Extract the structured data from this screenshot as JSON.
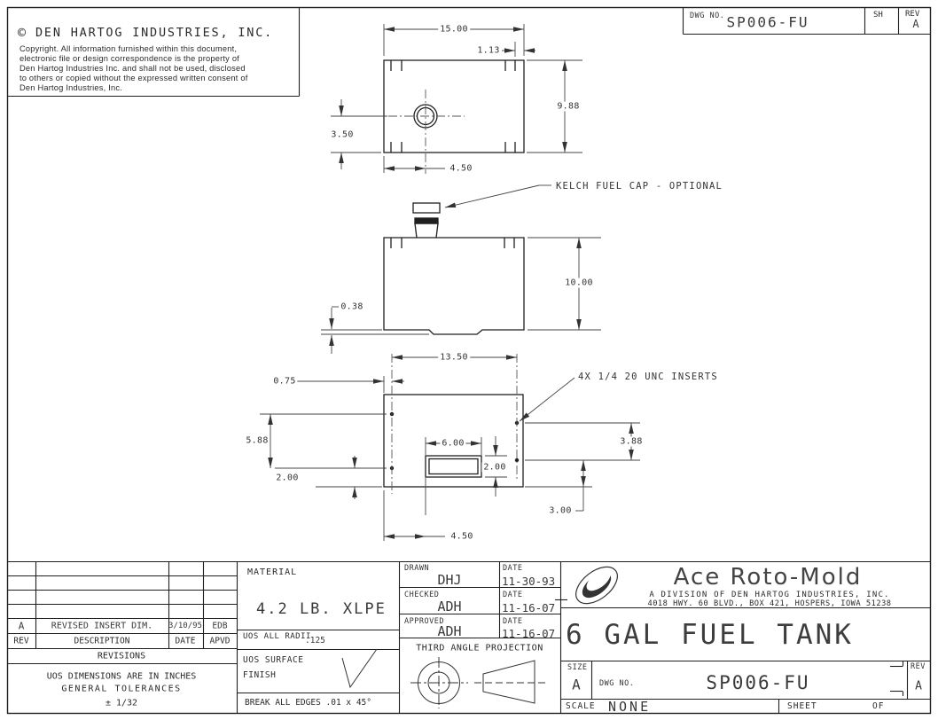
{
  "copyright": {
    "symbol": "©",
    "company": "DEN HARTOG INDUSTRIES, INC.",
    "lines": [
      "Copyright. All information furnished within this document,",
      "electronic file or design correspondence is the property of",
      "Den Hartog Industries Inc. and shall not be used, disclosed",
      "to others or copied without the expressed written consent of",
      "Den Hartog Industries, Inc."
    ]
  },
  "header_strip": {
    "dwg_no_label": "DWG NO.",
    "dwg_no": "SP006-FU",
    "sh_label": "SH",
    "rev_label": "REV",
    "rev": "A"
  },
  "views": {
    "top": {
      "width": "15.00",
      "notch": "1.13",
      "depth": "9.88",
      "port_y": "3.50",
      "port_x": "4.50"
    },
    "front": {
      "note": "KELCH FUEL CAP - OPTIONAL",
      "height": "10.00",
      "recess": "0.38"
    },
    "bottom": {
      "note": "4X 1/4 20 UNC INSERTS",
      "insert_span": "13.50",
      "insert_offset": "0.75",
      "left_span": "5.88",
      "left_bottom": "2.00",
      "slot_width": "6.00",
      "slot_height": "2.00",
      "right_span": "3.88",
      "right_bottom": "3.00",
      "slot_x": "4.50"
    }
  },
  "titleblock": {
    "revisions": {
      "row": {
        "rev": "A",
        "description": "REVISED INSERT DIM.",
        "date": "3/10/95",
        "apvd": "EDB"
      },
      "headers": {
        "rev": "REV",
        "description": "DESCRIPTION",
        "date": "DATE",
        "apvd": "APVD"
      },
      "title": "REVISIONS",
      "tol1": "UOS DIMENSIONS ARE IN INCHES",
      "tol2": "GENERAL TOLERANCES",
      "tol3": "± 1/32"
    },
    "material": {
      "label": "MATERIAL",
      "value": "4.2 LB. XLPE",
      "radii_label": "UOS ALL RADII",
      "radii_value": ".125",
      "surface1": "UOS SURFACE",
      "surface2": "FINISH",
      "edges": "BREAK ALL EDGES  .01 x 45°"
    },
    "approvals": {
      "drawn_label": "DRAWN",
      "drawn": "DHJ",
      "drawn_date": "11-30-93",
      "checked_label": "CHECKED",
      "checked": "ADH",
      "checked_date": "11-16-07",
      "approved_label": "APPROVED",
      "approved": "ADH",
      "approved_date": "11-16-07",
      "date_label": "DATE",
      "projection": "THIRD ANGLE PROJECTION"
    },
    "company": {
      "name": "Ace Roto-Mold",
      "division": "A DIVISION OF DEN HARTOG INDUSTRIES, INC.",
      "address": "4018 HWY. 60 BLVD., BOX 421, HOSPERS, IOWA 51238"
    },
    "part": {
      "title": "6 GAL FUEL TANK",
      "size_label": "SIZE",
      "size": "A",
      "dwg_no_label": "DWG NO.",
      "dwg_no": "SP006-FU",
      "rev_label": "REV",
      "rev": "A",
      "scale_label": "SCALE",
      "scale": "NONE",
      "sheet_label": "SHEET",
      "of_label": "OF"
    }
  },
  "colors": {
    "line": "#1f1f1f",
    "dim_line": "#444",
    "text": "#2b2b2b",
    "background": "#ffffff"
  }
}
